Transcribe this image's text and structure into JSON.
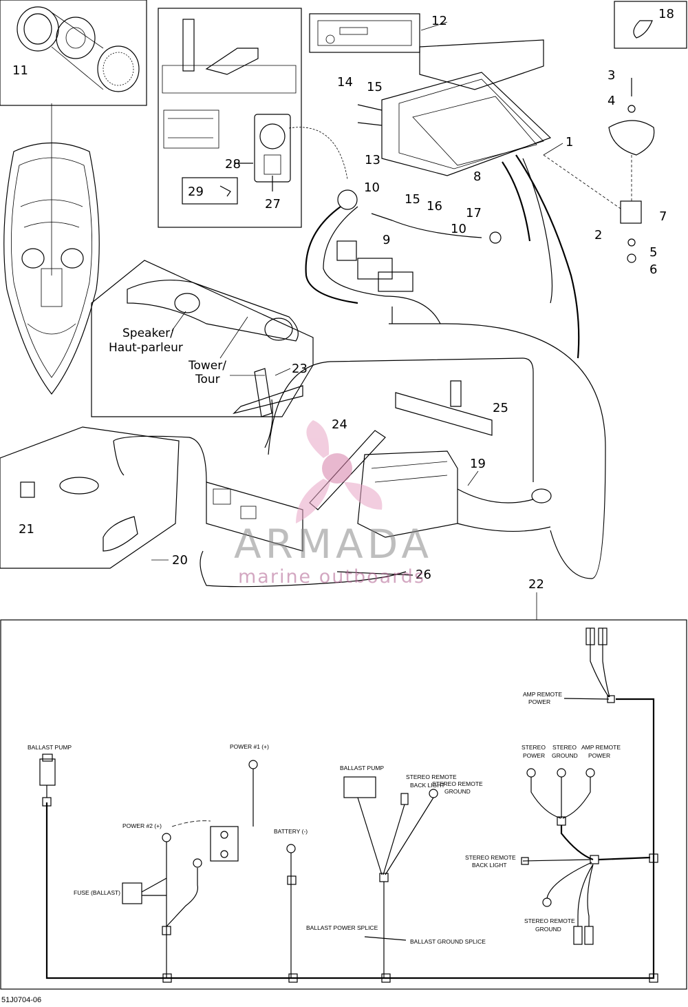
{
  "callouts": {
    "c1": "1",
    "c2": "2",
    "c3": "3",
    "c4": "4",
    "c5": "5",
    "c6": "6",
    "c7": "7",
    "c8": "8",
    "c9": "9",
    "c10a": "10",
    "c10b": "10",
    "c11": "11",
    "c12": "12",
    "c13": "13",
    "c14": "14",
    "c15a": "15",
    "c15b": "15",
    "c16": "16",
    "c17": "17",
    "c18": "18",
    "c19": "19",
    "c20": "20",
    "c21": "21",
    "c22": "22",
    "c23": "23",
    "c24": "24",
    "c25": "25",
    "c26": "26",
    "c27": "27",
    "c28": "28",
    "c29": "29"
  },
  "labels": {
    "speaker1": "Speaker/",
    "speaker2": "Haut-parleur",
    "tower1": "Tower/",
    "tower2": "Tour"
  },
  "wiring": {
    "ballast_pump_left": "BALLAST PUMP",
    "power1": "POWER #1 (+)",
    "power2": "POWER #2 (+)",
    "battery": "BATTERY (-)",
    "fuse": "FUSE (BALLAST)",
    "ballast_pump_mid": "BALLAST PUMP",
    "stereo_remote_back_light_1": "STEREO REMOTE",
    "stereo_remote_back_light_2": "BACK LIGHT",
    "stereo_remote_ground_1": "STEREO REMOTE",
    "stereo_remote_ground_2": "GROUND",
    "ballast_power_splice": "BALLAST POWER SPLICE",
    "ballast_ground_splice": "BALLAST GROUND SPLICE",
    "amp_remote_power_top_1": "AMP REMOTE",
    "amp_remote_power_top_2": "POWER",
    "stereo_power_1": "STEREO",
    "stereo_power_2": "POWER",
    "stereo_ground_1": "STEREO",
    "stereo_ground_2": "GROUND",
    "amp_remote_power_1": "AMP REMOTE",
    "amp_remote_power_2": "POWER",
    "stereo_remote_back_light_r1": "STEREO REMOTE",
    "stereo_remote_back_light_r2": "BACK LIGHT",
    "stereo_remote_ground_r1": "STEREO REMOTE",
    "stereo_remote_ground_r2": "GROUND"
  },
  "watermark": {
    "brand": "ARMADA",
    "tagline": "marine outboards"
  },
  "footer_code": "51J0704-06"
}
